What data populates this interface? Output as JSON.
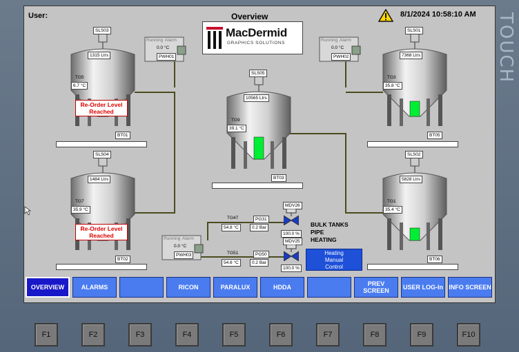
{
  "header": {
    "user_label": "User:",
    "title": "Overview",
    "datetime": "8/1/2024 10:58:10 AM"
  },
  "brand": {
    "name": "MacDermid",
    "subtitle": "GRAPHICS SOLUTIONS"
  },
  "bezel_text": "TOUCH",
  "tanks": [
    {
      "id": "BT01",
      "level_sensor": "SLS03",
      "volume": "1315 Ltrs",
      "temp_tag": "TG5",
      "temp": "6.7 °C",
      "reorder": "Re-Order Level Reached",
      "fill": 0.04
    },
    {
      "id": "BT02",
      "level_sensor": "SLS04",
      "volume": "1484 Ltrs",
      "temp_tag": "TG7",
      "temp": "35.9 °C",
      "reorder": "Re-Order Level Reached",
      "fill": 0.05
    },
    {
      "id": "BT03",
      "level_sensor": "SLS05",
      "volume": "10565 Ltrs",
      "temp_tag": "TG9",
      "temp": "39.1 °C",
      "fill": 0.35
    },
    {
      "id": "BT05",
      "level_sensor": "SLS01",
      "volume": "7368 Ltrs",
      "temp_tag": "TG3",
      "temp": "35.8 °C",
      "fill": 0.24
    },
    {
      "id": "BT06",
      "level_sensor": "SLS02",
      "volume": "5828 Ltrs",
      "temp_tag": "TG1",
      "temp": "35.4 °C",
      "fill": 0.2
    }
  ],
  "heaters": [
    {
      "id": "PWH01",
      "running": "Running",
      "alarm": "Alarm",
      "temp": "0.0 °C"
    },
    {
      "id": "PWH02",
      "running": "Running",
      "alarm": "Alarm",
      "temp": "0.0 °C"
    },
    {
      "id": "PWH03",
      "running": "Running",
      "alarm": "Alarm",
      "temp": "0.0 °C"
    }
  ],
  "pipe_heating": {
    "upper": {
      "temp_tag": "TG47",
      "temp": "54.8 °C",
      "pressure_tag": "PG31",
      "pressure": "0.2 Bar",
      "valve": "MDV26",
      "valve_pct": "100.0 %"
    },
    "lower": {
      "temp_tag": "TG51",
      "temp": "54.6 °C",
      "pressure_tag": "PG50",
      "pressure": "0.2 Bar",
      "valve": "MDV25",
      "valve_pct": "100.0 %"
    },
    "title_lines": [
      "BULK TANKS",
      "PIPE",
      "HEATING"
    ],
    "manual_button_lines": [
      "Heating",
      "Manual",
      "Control"
    ]
  },
  "nav": [
    "OVERVIEW",
    "ALARMS",
    "",
    "RICON",
    "PARALUX",
    "HDDA",
    "",
    "PREV SCREEN",
    "USER LOG-In",
    "INFO SCREEN"
  ],
  "fkeys": [
    "F1",
    "F2",
    "F3",
    "F4",
    "F5",
    "F6",
    "F7",
    "F8",
    "F9",
    "F10"
  ],
  "colors": {
    "liquid": "#00ee33",
    "nav_button": "#4a7cf0",
    "nav_active": "#1818c8",
    "pipe": "#4a4a1e",
    "alarm_text": "#dd0000"
  }
}
